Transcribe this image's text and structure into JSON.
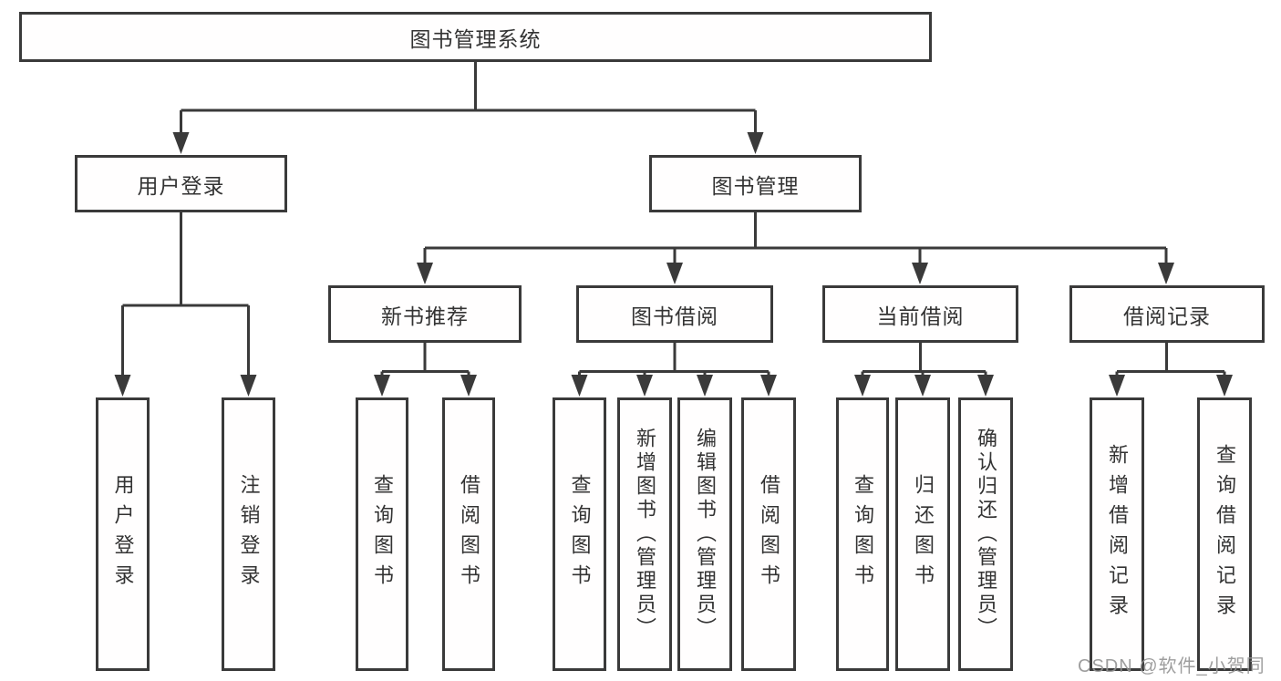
{
  "diagram": {
    "title_node": {
      "label": "图书管理系统"
    },
    "level1": [
      {
        "label": "用户登录"
      },
      {
        "label": "图书管理"
      }
    ],
    "level2": [
      {
        "label": "新书推荐",
        "parent": "图书管理"
      },
      {
        "label": "图书借阅",
        "parent": "图书管理"
      },
      {
        "label": "当前借阅",
        "parent": "图书管理"
      },
      {
        "label": "借阅记录",
        "parent": "图书管理"
      }
    ],
    "leaves": [
      {
        "label": "用户登录",
        "parent": "用户登录"
      },
      {
        "label": "注销登录",
        "parent": "用户登录"
      },
      {
        "label": "查询图书",
        "parent": "新书推荐"
      },
      {
        "label": "借阅图书",
        "parent": "新书推荐"
      },
      {
        "label": "查询图书",
        "parent": "图书借阅"
      },
      {
        "label": "新增图书（管理员）",
        "parent": "图书借阅"
      },
      {
        "label": "编辑图书（管理员）",
        "parent": "图书借阅"
      },
      {
        "label": "借阅图书",
        "parent": "图书借阅"
      },
      {
        "label": "查询图书",
        "parent": "当前借阅"
      },
      {
        "label": "归还图书",
        "parent": "当前借阅"
      },
      {
        "label": "确认归还（管理员）",
        "parent": "当前借阅"
      },
      {
        "label": "新增借阅记录",
        "parent": "借阅记录"
      },
      {
        "label": "查询借阅记录",
        "parent": "借阅记录"
      }
    ]
  },
  "watermark": {
    "text": "CSDN @软件_小贺同学"
  },
  "colors": {
    "line": "#3a3a3a",
    "text": "#333333",
    "box_background": "#ffffff",
    "watermark": "#949494",
    "background": "#ffffff"
  }
}
